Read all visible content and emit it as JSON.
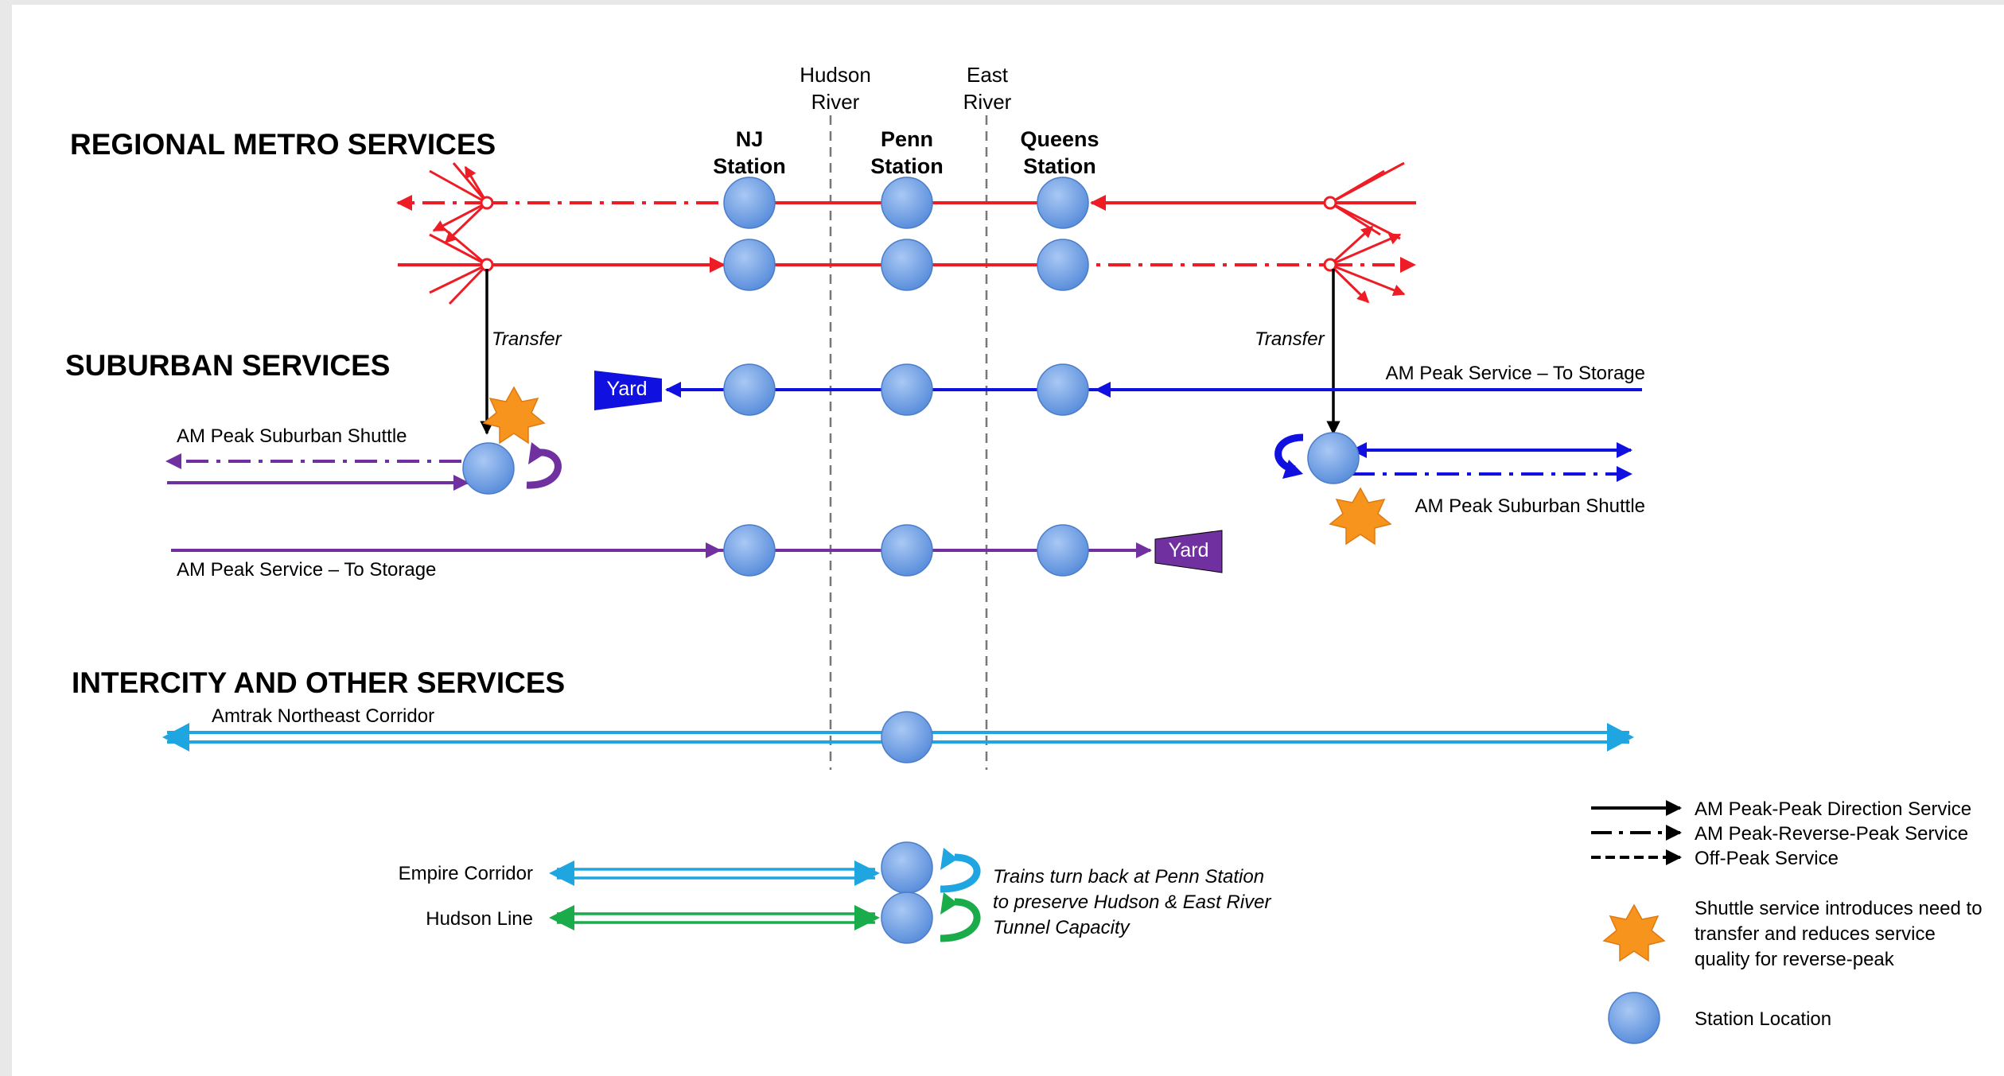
{
  "sections": {
    "regional": "REGIONAL METRO SERVICES",
    "suburban": "SUBURBAN SERVICES",
    "intercity": "INTERCITY AND OTHER SERVICES"
  },
  "rivers": {
    "hudson_line1": "Hudson",
    "hudson_line2": "River",
    "east_line1": "East",
    "east_line2": "River"
  },
  "stations": {
    "nj_line1": "NJ",
    "nj_line2": "Station",
    "penn_line1": "Penn",
    "penn_line2": "Station",
    "queens_line1": "Queens",
    "queens_line2": "Station"
  },
  "labels": {
    "transfer_left": "Transfer",
    "transfer_right": "Transfer",
    "storage_blue": "AM Peak Service – To Storage",
    "shuttle_left": "AM Peak Suburban Shuttle",
    "shuttle_right": "AM Peak  Suburban Shuttle",
    "storage_purple": "AM Peak Service – To Storage",
    "yard_blue": "Yard",
    "yard_purple": "Yard",
    "amtrak": "Amtrak Northeast Corridor",
    "empire": "Empire Corridor",
    "hudson_line": "Hudson Line",
    "turnback_1": "Trains turn back at Penn Station",
    "turnback_2": "to preserve Hudson & East River",
    "turnback_3": "Tunnel Capacity"
  },
  "legend": {
    "peak": "AM Peak-Peak Direction Service",
    "reverse": "AM Peak-Reverse-Peak Service",
    "offpeak": "Off-Peak Service",
    "shuttle_1": "Shuttle service introduces need to",
    "shuttle_2": "transfer and reduces service",
    "shuttle_3": "quality for reverse-peak",
    "station": "Station Location"
  },
  "colors": {
    "regional": "#ee1c25",
    "suburban_blue": "#1010e0",
    "suburban_purple": "#7030a0",
    "intercity": "#1fa6e0",
    "hudson_line": "#1aab4b",
    "station_fill": "#6fa3ea",
    "shuttle_star": "#f7941d"
  }
}
